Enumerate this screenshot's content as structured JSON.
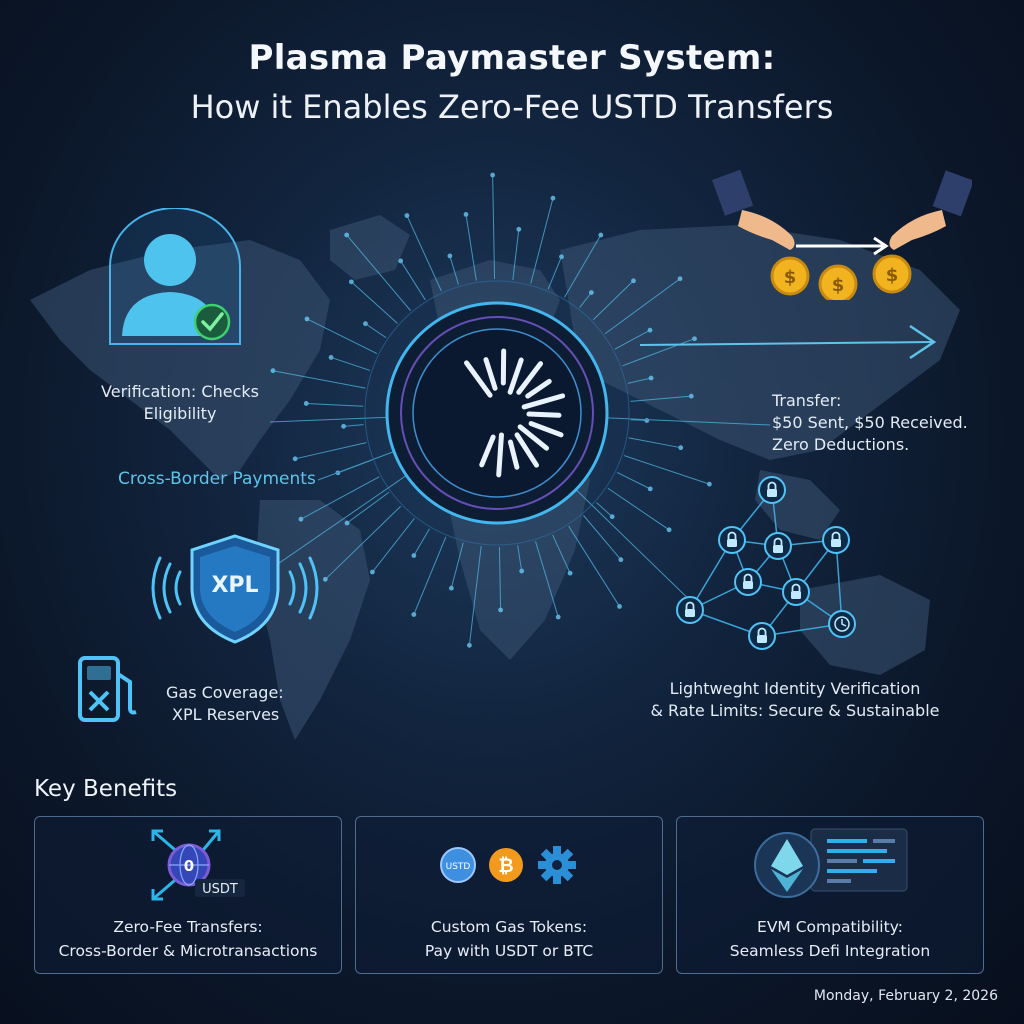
{
  "header": {
    "title": "Plasma Paymaster System:",
    "subtitle": "How it Enables Zero-Fee USTD Transfers"
  },
  "diagram": {
    "verification": {
      "line1": "Verification: Checks",
      "line2": "Eligibility"
    },
    "cross_border": "Cross-Border Payments",
    "shield_text": "XPL",
    "gas": {
      "line1": "Gas Coverage:",
      "line2": "XPL Reserves"
    },
    "transfer": {
      "line1": "Transfer:",
      "line2": "$50 Sent, $50 Received.",
      "line3": "Zero Deductions."
    },
    "identity": {
      "line1": "Lightweght Identity Verification",
      "line2": "& Rate Limits: Secure & Sustainable"
    },
    "coin_symbol": "$"
  },
  "benefits": {
    "heading": "Key Benefits",
    "cards": [
      {
        "line1": "Zero-Fee Transfers:",
        "line2": "Cross-Border & Microtransactions",
        "globe_text": "0",
        "badge": "USDT"
      },
      {
        "line1": "Custom Gas Tokens:",
        "line2": "Pay with USDT or BTC",
        "token1": "USTD",
        "token2": "₿"
      },
      {
        "line1": "EVM Compatibility:",
        "line2": "Seamless Defi Integration"
      }
    ]
  },
  "footer": {
    "date": "Monday, February 2, 2026"
  },
  "colors": {
    "accent": "#4fc3f7",
    "hub": "#8fd8ff",
    "purple": "#7c5cd6",
    "gold": "#f2b320",
    "check": "#3ecf6e"
  }
}
